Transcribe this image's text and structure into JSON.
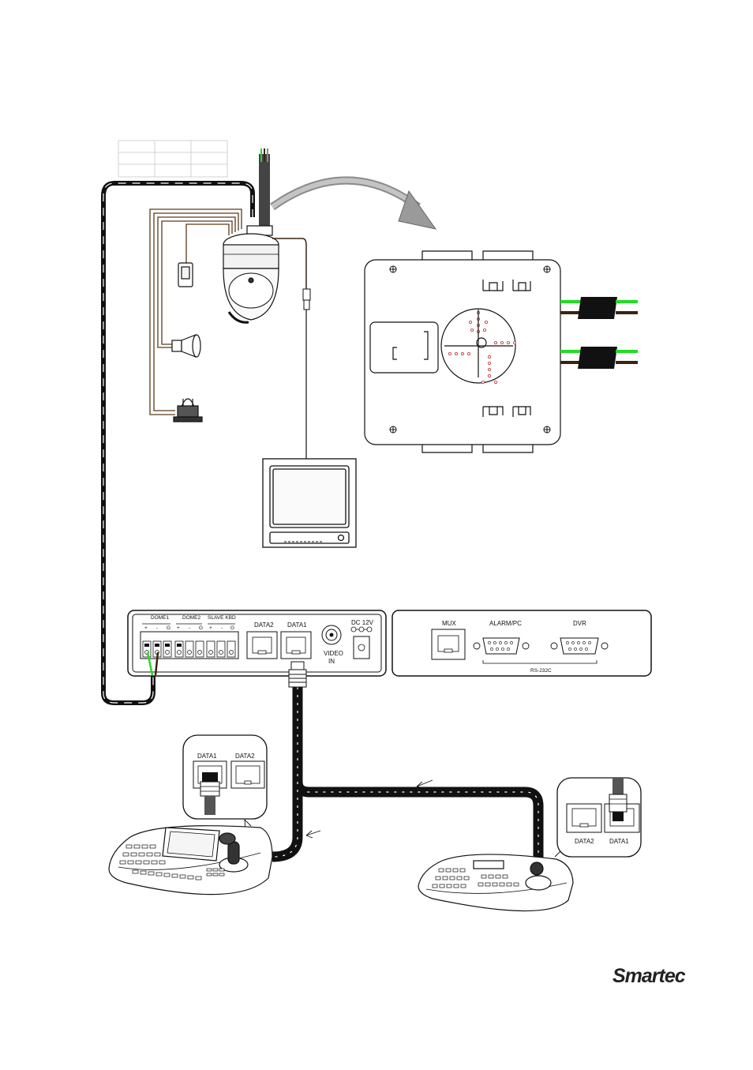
{
  "page": {
    "background": "#ffffff"
  },
  "colors": {
    "line": "#111111",
    "green_wire": "#22dd22",
    "brown_wire": "#3a2410",
    "cable_gray": "#555555",
    "arrow_gray": "#9a9a9a"
  },
  "controller": {
    "labels": {
      "dome1": "DOME1",
      "dome2": "DOME2",
      "slave_kbd": "SLAVE KBD",
      "data2": "DATA2",
      "data1": "DATA1",
      "dc12v": "DC 12V",
      "video": "VIDEO",
      "in": "IN"
    },
    "terminal_marks": [
      "+",
      "-",
      "G",
      "+",
      "-",
      "G",
      "+",
      "-",
      "G"
    ]
  },
  "rear_panel": {
    "labels": {
      "mux": "MUX",
      "alarm_pc": "ALARM/PC",
      "dvr": "DVR",
      "rs232c": "RS-232C"
    }
  },
  "keyboard_left_inset": {
    "port1": "DATA1",
    "port2": "DATA2"
  },
  "keyboard_right_inset": {
    "port1": "DATA2",
    "port2": "DATA1"
  },
  "logo": {
    "text": "Smartec",
    "icon": "smartec-logo-icon"
  },
  "icons": [
    "speed-dome-camera-icon",
    "mounting-plate-icon",
    "sensor-icon",
    "siren-icon",
    "alarm-light-icon",
    "monitor-icon",
    "control-keyboard-icon",
    "compact-keyboard-icon",
    "rj45-plug-icon"
  ]
}
